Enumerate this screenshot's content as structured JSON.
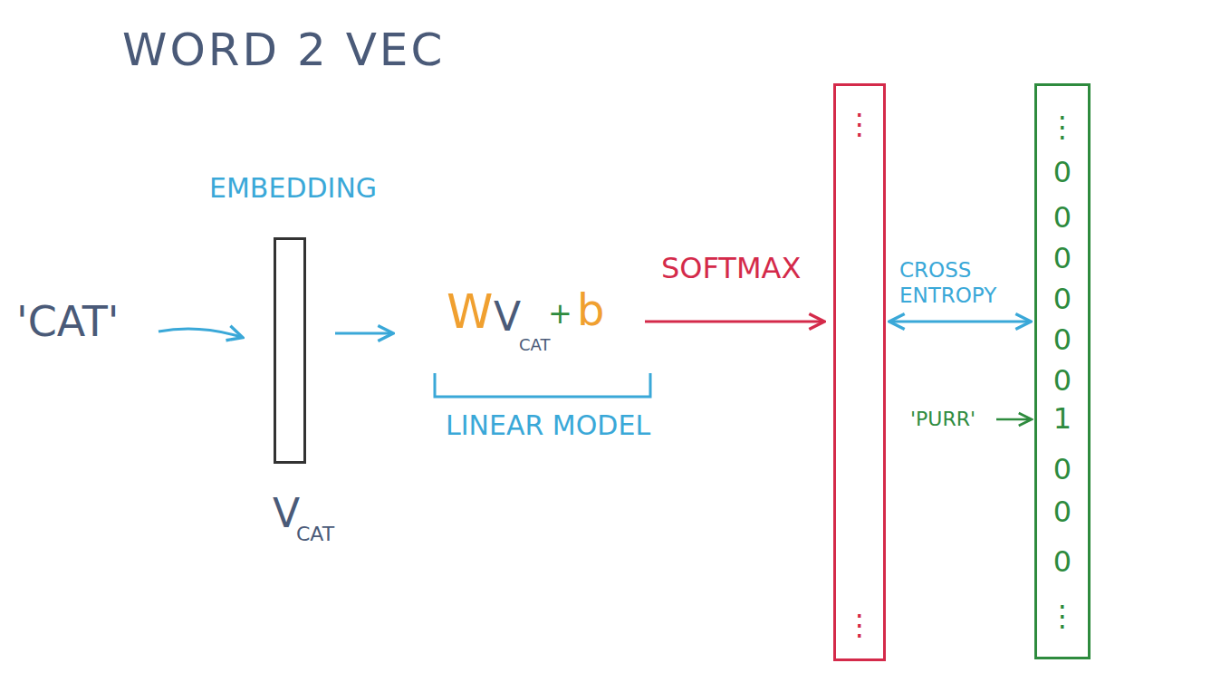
{
  "diagram": {
    "title": "WORD 2 VEC",
    "nodes": [
      {
        "text": [
          "EMBEDDING",
          "V",
          "CAT"
        ]
      },
      {
        "text": [
          "⋮",
          "⋮"
        ]
      },
      {
        "text": [
          "⋮",
          "0",
          "0",
          "0",
          "0",
          "0",
          "0",
          "1",
          "0",
          "0",
          "0",
          "⋮"
        ]
      }
    ],
    "edges": [
      {
        "from": 1,
        "to": 2,
        "arrow": "both",
        "label": "CROSS ENTROPY"
      }
    ],
    "labels": [
      "'CAT'",
      "W",
      "V",
      "CAT",
      "+",
      "b",
      "LINEAR MODEL",
      "SOFTMAX",
      "'PURR'"
    ]
  }
}
